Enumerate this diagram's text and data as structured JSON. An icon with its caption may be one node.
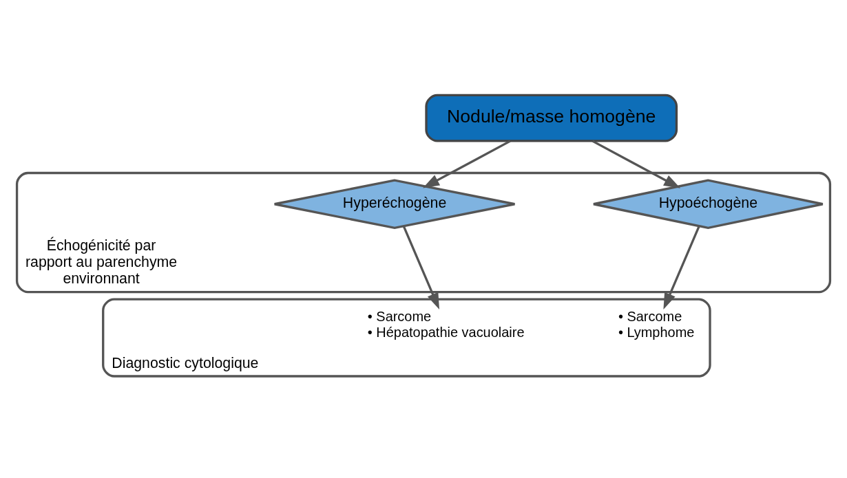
{
  "diagram": {
    "nodes": [
      {
        "text": [
          "Nodule/masse homogène"
        ]
      },
      {
        "text": [
          "Échogénicité par rapport au parenchyme environnant"
        ]
      },
      {
        "text": [
          "Hyperéchogène"
        ],
        "in": 1
      },
      {
        "text": [
          "Hypoéchogène"
        ],
        "in": 1
      },
      {
        "text": [
          "Diagnostic cytologique"
        ]
      },
      {
        "text": [
          "• Sarcome",
          "• Hépatopathie vacuolaire"
        ],
        "in": 4
      },
      {
        "text": [
          "• Sarcome",
          "• Lymphome"
        ],
        "in": 4
      }
    ],
    "edges": [
      {
        "from": 0,
        "to": 2,
        "arrow": "to"
      },
      {
        "from": 0,
        "to": 3,
        "arrow": "to"
      },
      {
        "from": 2,
        "to": 5,
        "arrow": "to"
      },
      {
        "from": 3,
        "to": 6,
        "arrow": "to"
      }
    ]
  }
}
